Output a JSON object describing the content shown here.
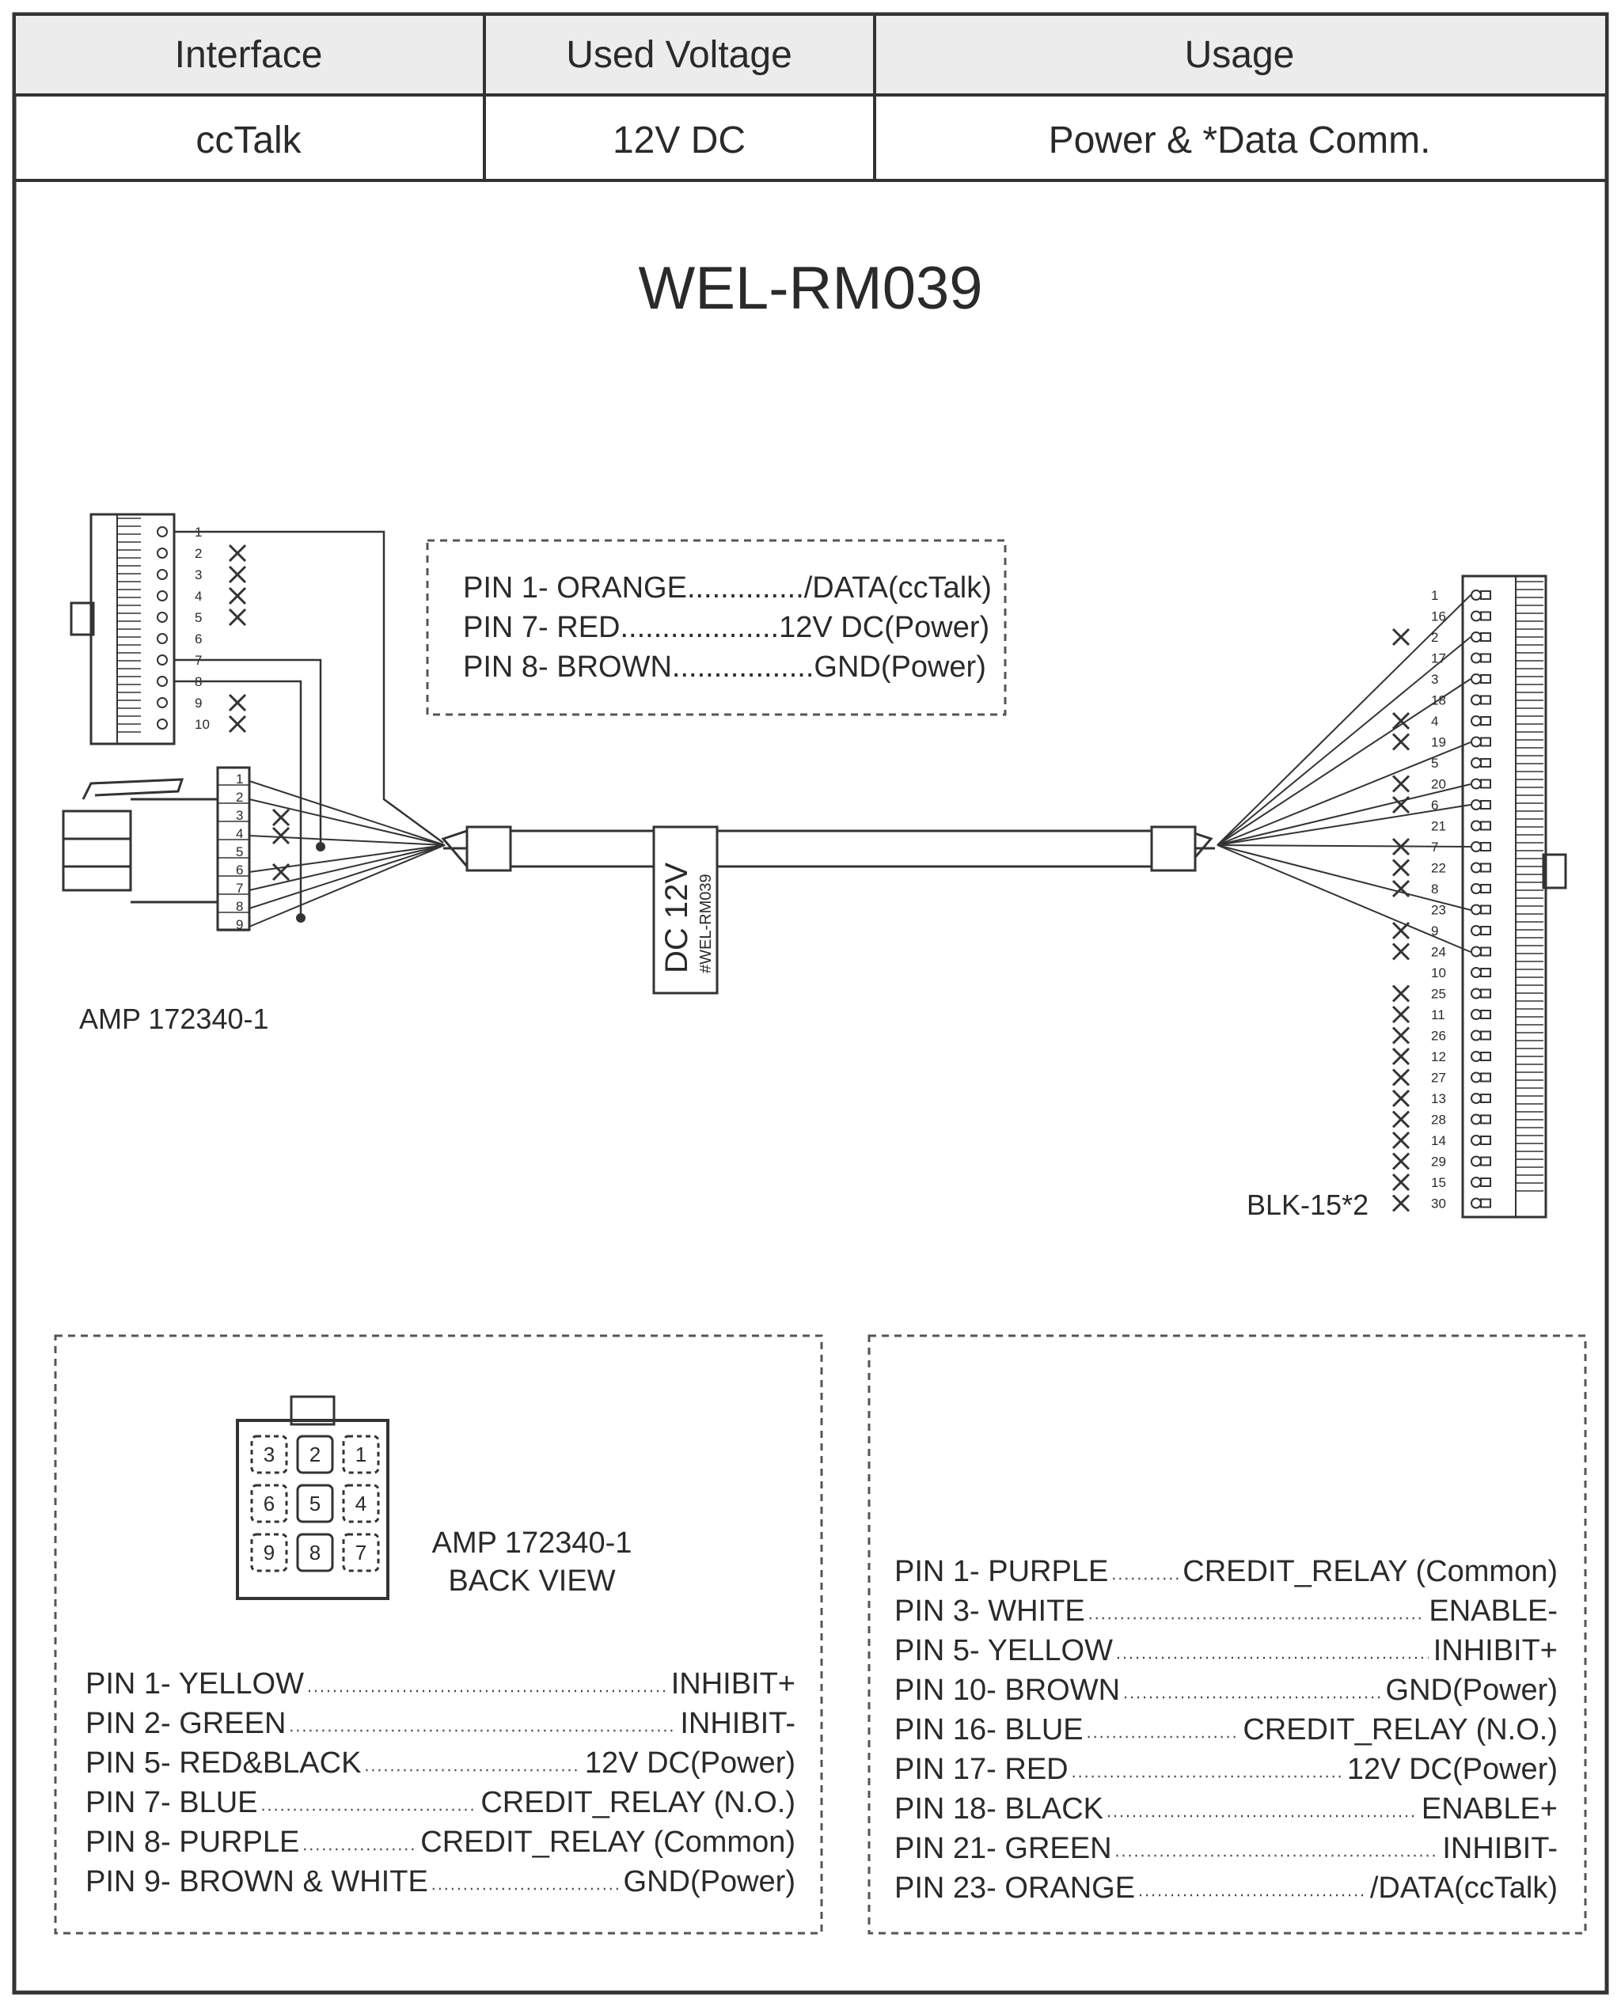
{
  "table": {
    "headers": [
      "Interface",
      "Used Voltage",
      "Usage"
    ],
    "row": [
      "ccTalk",
      "12V DC",
      "Power & *Data Comm."
    ]
  },
  "diagram_title": "WEL-RM039",
  "cable_pinout": [
    "PIN 1- ORANGE............../DATA(ccTalk)",
    "PIN 7- RED...................12V DC(Power)",
    "PIN 8- BROWN.................GND(Power)"
  ],
  "cable_label": {
    "line1": "DC  12V",
    "line2": "#WEL-RM039"
  },
  "left_connector_label": "AMP 172340-1",
  "right_connector_label": "BLK-15*2",
  "back_view": {
    "title_line1": "AMP 172340-1",
    "title_line2": "BACK VIEW",
    "cavity_numbers": [
      "3",
      "2",
      "1",
      "6",
      "5",
      "4",
      "9",
      "8",
      "7"
    ],
    "pins": [
      {
        "pin": "PIN 1- YELLOW",
        "func": "INHIBIT+"
      },
      {
        "pin": "PIN 2- GREEN",
        "func": "INHIBIT-"
      },
      {
        "pin": "PIN 5- RED&BLACK",
        "func": "12V DC(Power)"
      },
      {
        "pin": "PIN 7- BLUE",
        "func": "CREDIT_RELAY (N.O.)"
      },
      {
        "pin": "PIN 8- PURPLE",
        "func": "CREDIT_RELAY (Common)"
      },
      {
        "pin": "PIN 9- BROWN & WHITE",
        "func": "GND(Power)"
      }
    ]
  },
  "blk_pinout": [
    {
      "pin": "PIN   1- PURPLE",
      "func": "CREDIT_RELAY (Common)"
    },
    {
      "pin": "PIN   3- WHITE",
      "func": "ENABLE-"
    },
    {
      "pin": "PIN   5- YELLOW",
      "func": "INHIBIT+"
    },
    {
      "pin": "PIN 10- BROWN",
      "func": "GND(Power)"
    },
    {
      "pin": "PIN 16- BLUE",
      "func": "CREDIT_RELAY (N.O.)"
    },
    {
      "pin": "PIN 17- RED",
      "func": "12V DC(Power)"
    },
    {
      "pin": "PIN 18- BLACK",
      "func": "ENABLE+"
    },
    {
      "pin": "PIN 21- GREEN",
      "func": "INHIBIT-"
    },
    {
      "pin": "PIN 23- ORANGE",
      "func": "/DATA(ccTalk)"
    }
  ],
  "colors": {
    "line": "#3a3a3a",
    "header_fill": "#ececec",
    "dash": "#555555"
  }
}
